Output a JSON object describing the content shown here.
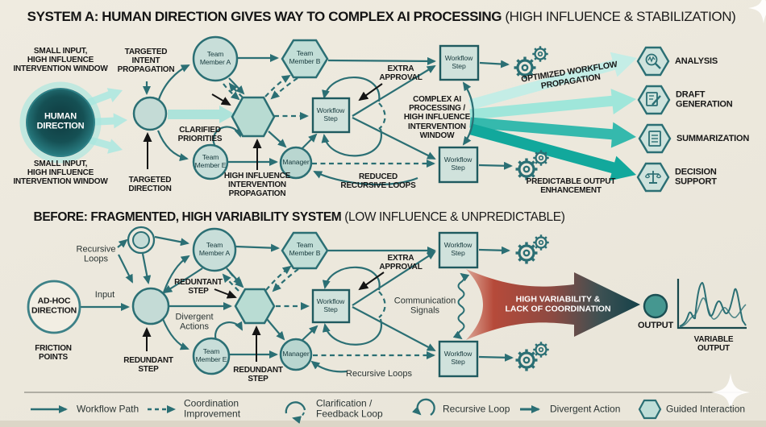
{
  "system_a": {
    "title": {
      "bold": "SYSTEM A: HUMAN DIRECTION GIVES WAY TO COMPLEX AI PROCESSING",
      "normal": " (HIGH INFLUENCE & STABILIZATION)"
    },
    "labels": {
      "small_input_top": "SMALL INPUT,\nHIGH INFLUENCE\nINTERVENTION WINDOW",
      "human_direction": "HUMAN\nDIRECTION",
      "small_input_bottom": "SMALL INPUT,\nHIGH INFLUENCE\nINTERVENTION WINDOW",
      "targeted_intent": "TARGETED\nINTENT\nPROPAGATION",
      "targeted_direction": "TARGETED\nDIRECTION",
      "clarified_priorities": "CLARIFIED\nPRIORITIES",
      "high_influence_propagation": "HIGH INFLUENCE\nINTERVENTION\nPROPAGATION",
      "extra_approval": "EXTRA\nAPPROVAL",
      "complex_ai": "COMPLEX AI\nPROCESSING /\nHIGH INFLUENCE\nINTERVENTION\nWINDOW",
      "reduced_recursive_loops": "REDUCED\nRECURSIVE LOOPS",
      "optimized_workflow": "OPTIMIZED WORKFLOW\nPROPAGATION",
      "predictable_output": "PREDICTABLE OUTPUT\nENHANCEMENT"
    },
    "outputs": [
      "ANALYSIS",
      "DRAFT\nGENERATION",
      "SUMMARIZATION",
      "DECISION\nSUPPORT"
    ]
  },
  "system_b": {
    "title": {
      "bold": "BEFORE: FRAGMENTED, HIGH VARIABILITY SYSTEM",
      "normal": " (LOW INFLUENCE & UNPREDICTABLE)"
    },
    "labels": {
      "recursive_loops_left": "Recursive\nLoops",
      "ad_hoc_direction": "AD-HOC\nDIRECTION",
      "friction_points": "FRICTION\nPOINTS",
      "input": "Input",
      "reduntant_step": "REDUNTANT\nSTEP",
      "divergent_actions": "Divergent\nActions",
      "redundant_step_hub": "REDUNDANT\nSTEP",
      "redundant_step_hex": "REDUNDANT\nSTEP",
      "extra_approval": "EXTRA\nAPPROVAL",
      "communication_signals": "Communication\nSignals",
      "recursive_loops_manager": "Recursive Loops",
      "high_variability": "HIGH VARIABILITY &\nLACK OF COORDINATION",
      "output": "OUTPUT",
      "variable_output": "VARIABLE\nOUTPUT"
    }
  },
  "nodes": {
    "team_member_a": "Team\nMember A",
    "team_member_b": "Team\nMember B",
    "team_member_e": "Team\nMember E",
    "manager": "Manager",
    "workflow_step": "Workflow\nStep"
  },
  "legend": {
    "items": [
      "Workflow Path",
      "Coordination\nImprovement",
      "Clarification /\nFeedback Loop",
      "Recursive Loop",
      "Divergent Action",
      "Guided Interaction"
    ]
  },
  "colors": {
    "background": "#ebe7dc",
    "teal_stroke": "#2b6f74",
    "node_fill": "#c6dcd7",
    "box_fill": "#d0e2dc",
    "dark_node": "#155054",
    "light_arrow_1": "#c4ede6",
    "light_arrow_2": "#9fe6da",
    "mid_arrow_3": "#35b9ad",
    "mid_arrow_4": "#12a89c",
    "red_arrow": "#b64a3a",
    "dark_teal_arrow": "#16424a",
    "black_arrow": "#141414"
  }
}
